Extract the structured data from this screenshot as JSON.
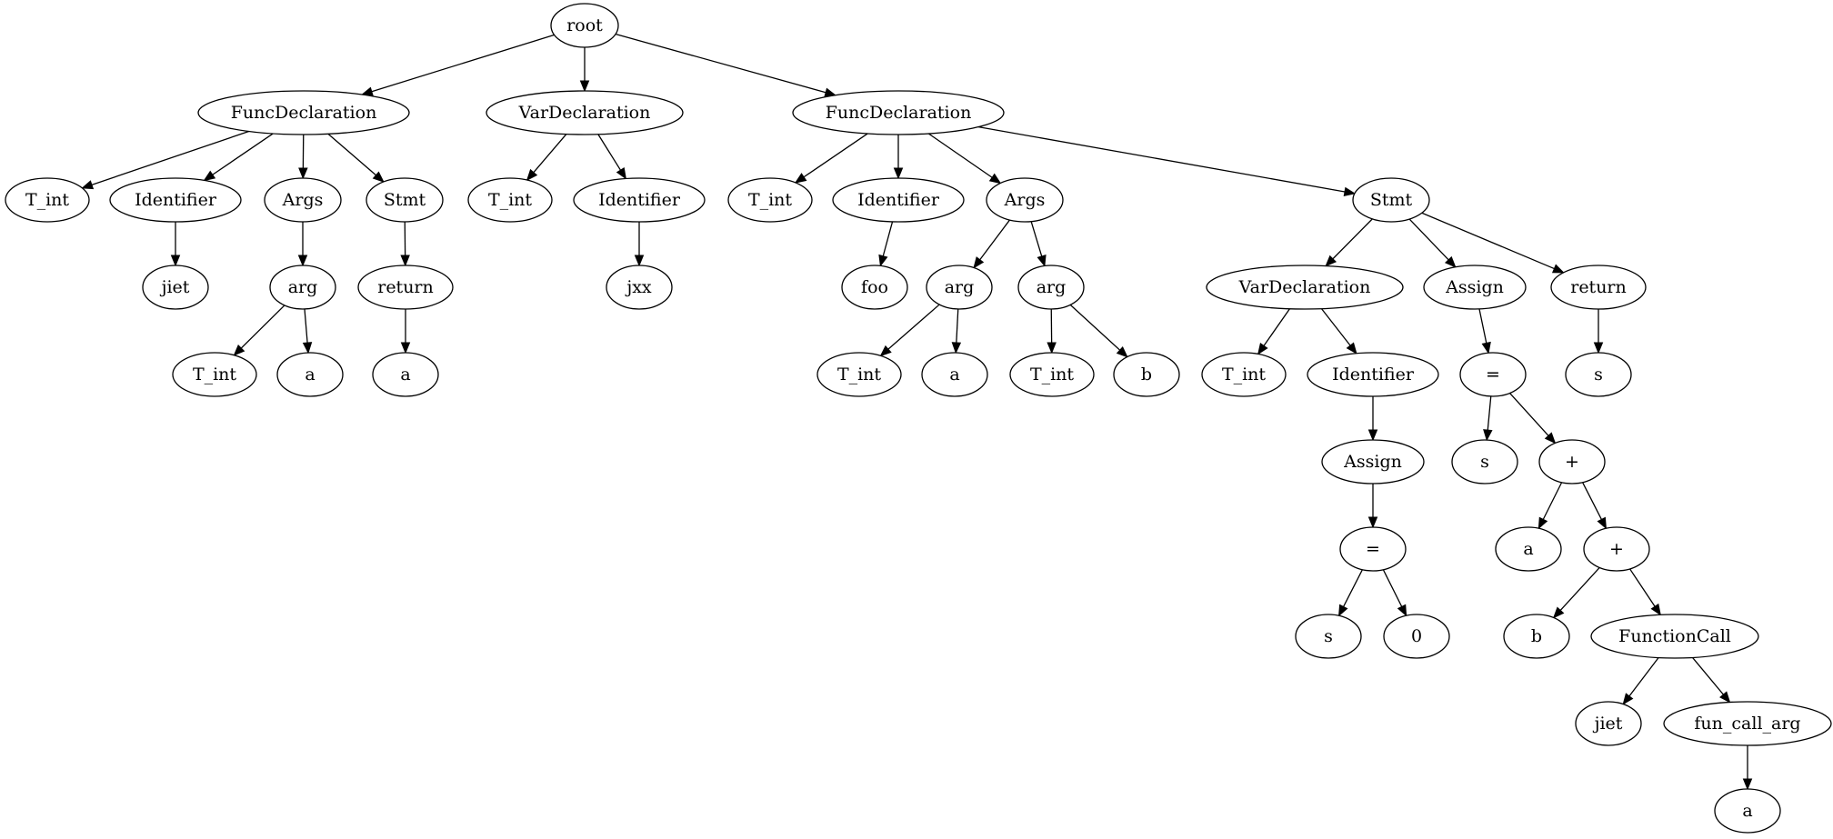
{
  "tree": {
    "nodes": [
      {
        "id": "n0",
        "label": "root"
      },
      {
        "id": "n1",
        "label": "FuncDeclaration"
      },
      {
        "id": "n2",
        "label": "VarDeclaration"
      },
      {
        "id": "n3",
        "label": "FuncDeclaration"
      },
      {
        "id": "n4",
        "label": "T_int"
      },
      {
        "id": "n5",
        "label": "Identifier"
      },
      {
        "id": "n6",
        "label": "Args"
      },
      {
        "id": "n7",
        "label": "Stmt"
      },
      {
        "id": "n8",
        "label": "jiet"
      },
      {
        "id": "n9",
        "label": "arg"
      },
      {
        "id": "n10",
        "label": "return"
      },
      {
        "id": "n11",
        "label": "T_int"
      },
      {
        "id": "n12",
        "label": "a"
      },
      {
        "id": "n13",
        "label": "a"
      },
      {
        "id": "n14",
        "label": "T_int"
      },
      {
        "id": "n15",
        "label": "Identifier"
      },
      {
        "id": "n16",
        "label": "jxx"
      },
      {
        "id": "n17",
        "label": "T_int"
      },
      {
        "id": "n18",
        "label": "Identifier"
      },
      {
        "id": "n19",
        "label": "Args"
      },
      {
        "id": "n20",
        "label": "Stmt"
      },
      {
        "id": "n21",
        "label": "foo"
      },
      {
        "id": "n22",
        "label": "arg"
      },
      {
        "id": "n23",
        "label": "arg"
      },
      {
        "id": "n24",
        "label": "T_int"
      },
      {
        "id": "n25",
        "label": "a"
      },
      {
        "id": "n26",
        "label": "T_int"
      },
      {
        "id": "n27",
        "label": "b"
      },
      {
        "id": "n28",
        "label": "VarDeclaration"
      },
      {
        "id": "n29",
        "label": "Assign"
      },
      {
        "id": "n30",
        "label": "return"
      },
      {
        "id": "n31",
        "label": "T_int"
      },
      {
        "id": "n32",
        "label": "Identifier"
      },
      {
        "id": "n33",
        "label": "Assign"
      },
      {
        "id": "n34",
        "label": "="
      },
      {
        "id": "n35",
        "label": "s"
      },
      {
        "id": "n36",
        "label": "0"
      },
      {
        "id": "n37",
        "label": "="
      },
      {
        "id": "n38",
        "label": "s"
      },
      {
        "id": "n39",
        "label": "+"
      },
      {
        "id": "n40",
        "label": "a"
      },
      {
        "id": "n41",
        "label": "+"
      },
      {
        "id": "n42",
        "label": "b"
      },
      {
        "id": "n43",
        "label": "FunctionCall"
      },
      {
        "id": "n44",
        "label": "jiet"
      },
      {
        "id": "n45",
        "label": "fun_call_arg"
      },
      {
        "id": "n46",
        "label": "a"
      },
      {
        "id": "n47",
        "label": "s"
      }
    ],
    "edges": [
      [
        "n0",
        "n1"
      ],
      [
        "n0",
        "n2"
      ],
      [
        "n0",
        "n3"
      ],
      [
        "n1",
        "n4"
      ],
      [
        "n1",
        "n5"
      ],
      [
        "n1",
        "n6"
      ],
      [
        "n1",
        "n7"
      ],
      [
        "n5",
        "n8"
      ],
      [
        "n6",
        "n9"
      ],
      [
        "n9",
        "n11"
      ],
      [
        "n9",
        "n12"
      ],
      [
        "n7",
        "n10"
      ],
      [
        "n10",
        "n13"
      ],
      [
        "n2",
        "n14"
      ],
      [
        "n2",
        "n15"
      ],
      [
        "n15",
        "n16"
      ],
      [
        "n3",
        "n17"
      ],
      [
        "n3",
        "n18"
      ],
      [
        "n3",
        "n19"
      ],
      [
        "n3",
        "n20"
      ],
      [
        "n18",
        "n21"
      ],
      [
        "n19",
        "n22"
      ],
      [
        "n19",
        "n23"
      ],
      [
        "n22",
        "n24"
      ],
      [
        "n22",
        "n25"
      ],
      [
        "n23",
        "n26"
      ],
      [
        "n23",
        "n27"
      ],
      [
        "n20",
        "n28"
      ],
      [
        "n20",
        "n29"
      ],
      [
        "n20",
        "n30"
      ],
      [
        "n28",
        "n31"
      ],
      [
        "n28",
        "n32"
      ],
      [
        "n32",
        "n33"
      ],
      [
        "n33",
        "n34"
      ],
      [
        "n34",
        "n35"
      ],
      [
        "n34",
        "n36"
      ],
      [
        "n29",
        "n37"
      ],
      [
        "n37",
        "n38"
      ],
      [
        "n37",
        "n39"
      ],
      [
        "n39",
        "n40"
      ],
      [
        "n39",
        "n41"
      ],
      [
        "n41",
        "n42"
      ],
      [
        "n41",
        "n43"
      ],
      [
        "n43",
        "n44"
      ],
      [
        "n43",
        "n45"
      ],
      [
        "n45",
        "n46"
      ],
      [
        "n30",
        "n47"
      ]
    ]
  }
}
